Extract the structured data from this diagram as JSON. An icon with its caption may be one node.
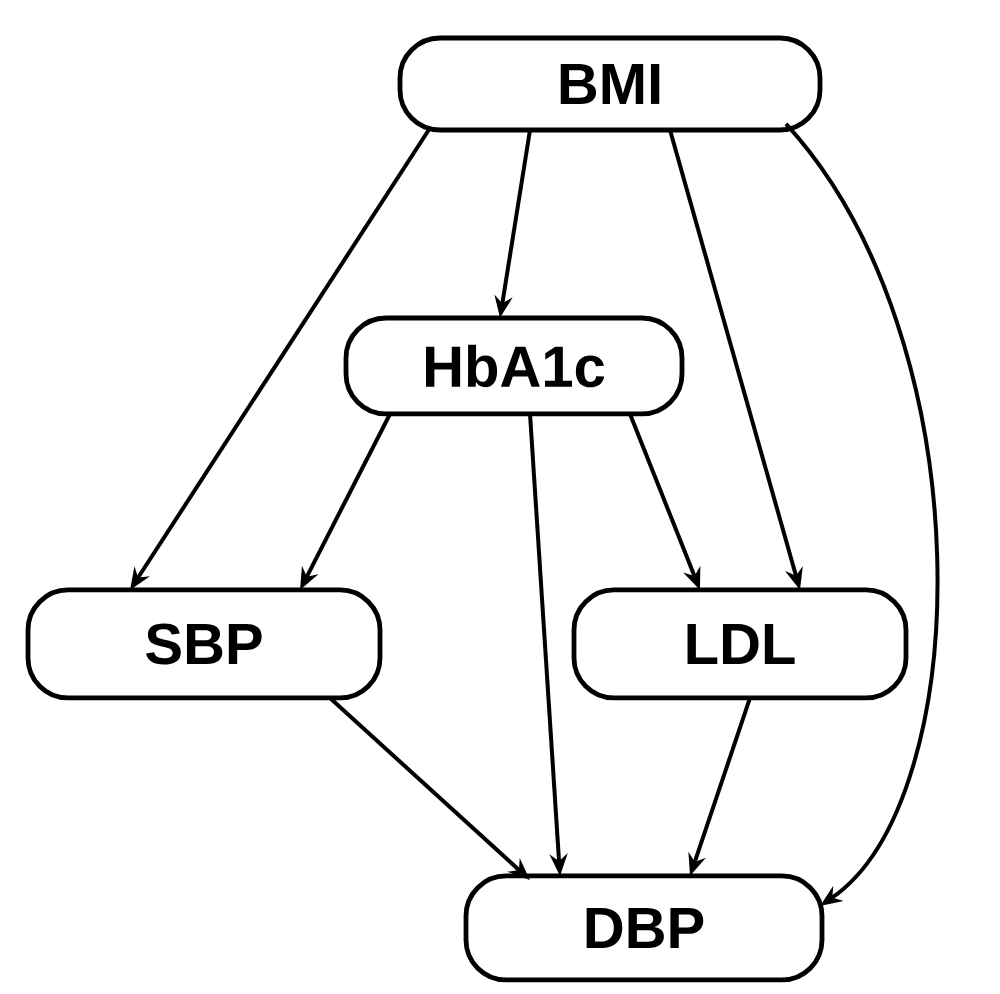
{
  "diagram": {
    "nodes": [
      {
        "text": [
          "BMI"
        ]
      },
      {
        "text": [
          "HbA1c"
        ]
      },
      {
        "text": [
          "SBP"
        ]
      },
      {
        "text": [
          "LDL"
        ]
      },
      {
        "text": [
          "DBP"
        ]
      }
    ],
    "edges": [
      {
        "from": 0,
        "to": 2,
        "arrow": "to"
      },
      {
        "from": 0,
        "to": 1,
        "arrow": "to"
      },
      {
        "from": 0,
        "to": 3,
        "arrow": "to"
      },
      {
        "from": 0,
        "to": 4,
        "arrow": "to"
      },
      {
        "from": 1,
        "to": 2,
        "arrow": "to"
      },
      {
        "from": 1,
        "to": 3,
        "arrow": "to"
      },
      {
        "from": 1,
        "to": 4,
        "arrow": "to"
      },
      {
        "from": 2,
        "to": 4,
        "arrow": "to"
      },
      {
        "from": 3,
        "to": 4,
        "arrow": "to"
      }
    ]
  }
}
